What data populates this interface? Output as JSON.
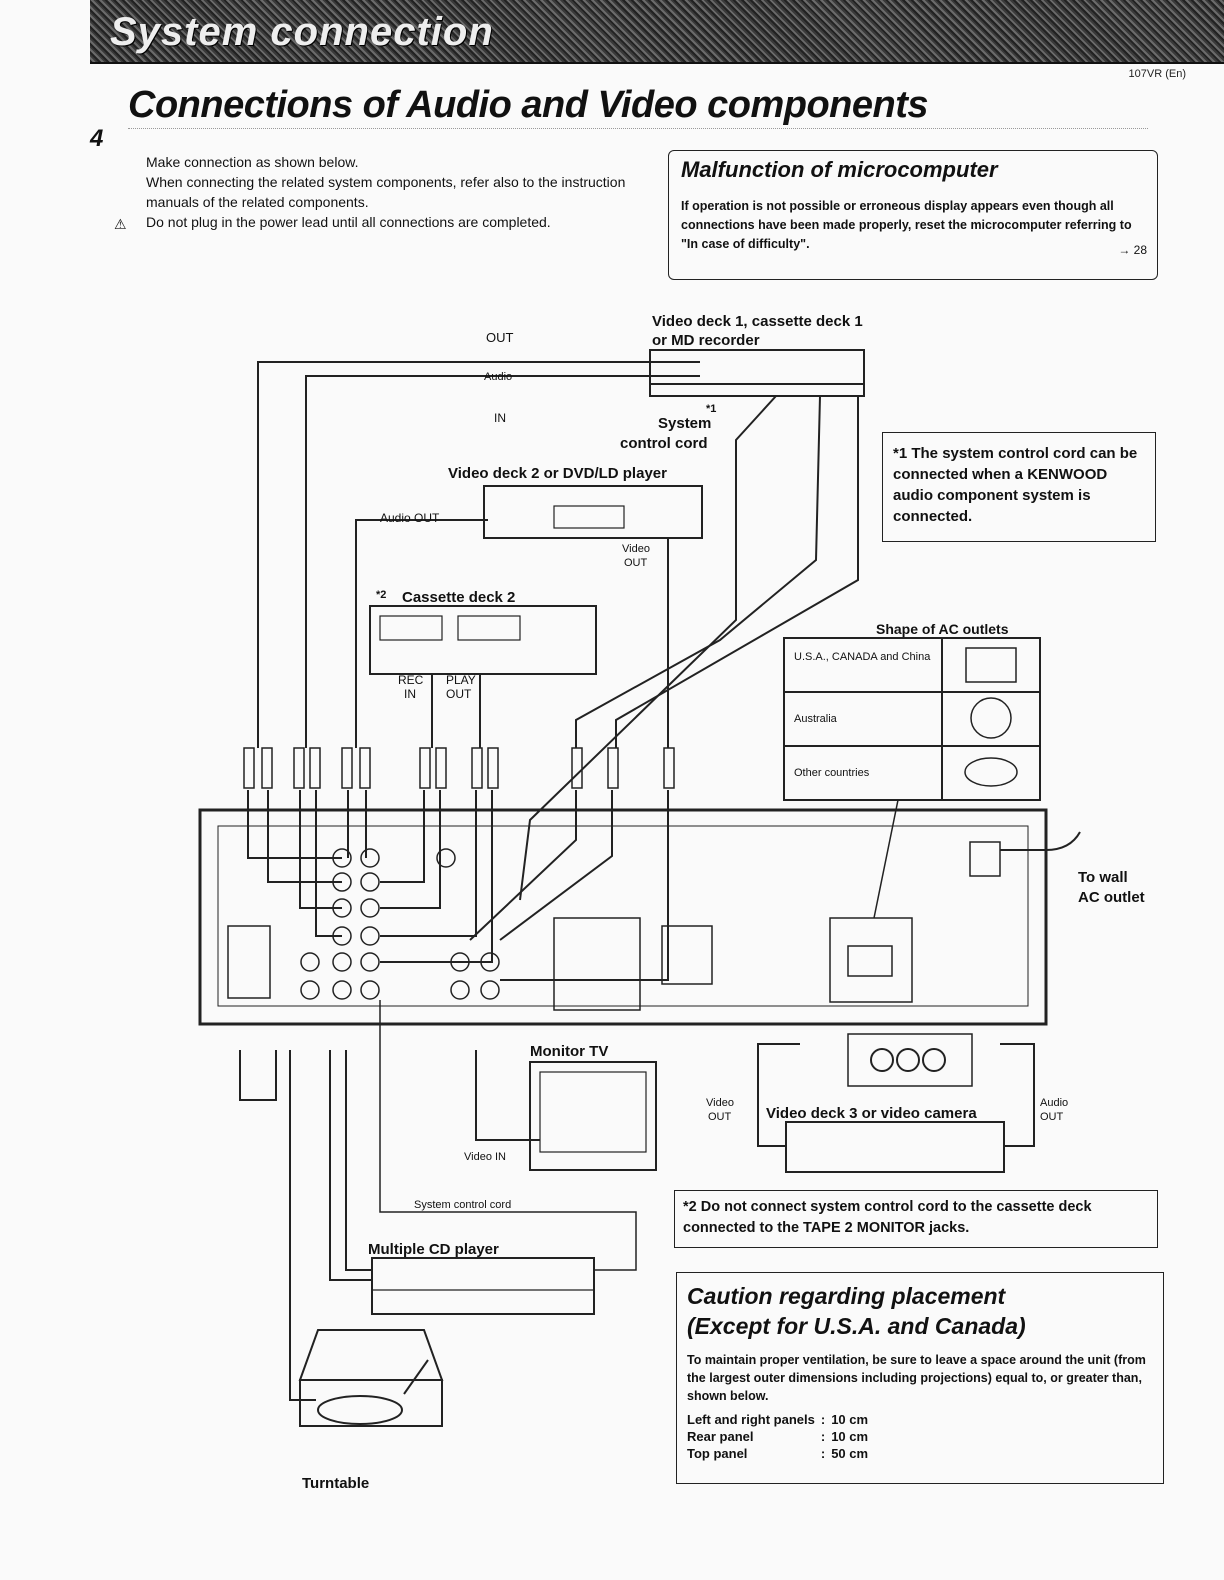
{
  "header": {
    "banner": "System connection",
    "doc_id": "107VR (En)",
    "page_number": "4",
    "title": "Connections of Audio and Video components"
  },
  "intro": {
    "line1": "Make connection as shown below.",
    "line2": "When connecting the related system components, refer also to the instruction manuals of the related components.",
    "warning": "Do not plug in the power lead until all connections are completed."
  },
  "malfunction": {
    "title": "Malfunction of microcomputer",
    "body": "If operation is not possible or erroneous display appears even though all connections have been made properly, reset the microcomputer referring to \"In case of difficulty\".",
    "ref": "→ 28"
  },
  "diagram": {
    "out": "OUT",
    "audio": "Audio",
    "in": "IN",
    "deck1_line1": "Video deck 1, cassette deck 1",
    "deck1_line2": "or MD recorder",
    "star1": "*1",
    "system_line1": "System",
    "system_line2": "control cord",
    "deck2": "Video deck 2 or DVD/LD player",
    "audio_out": "Audio OUT",
    "video_out_l1": "Video",
    "video_out_l2": "OUT",
    "star2": "*2",
    "cassette2": "Cassette deck 2",
    "rec_l1": "REC",
    "rec_l2": "IN",
    "play_l1": "PLAY",
    "play_l2": "OUT",
    "ac_title": "Shape of AC outlets",
    "ac_row1": "U.S.A., CANADA and China",
    "ac_row2": "Australia",
    "ac_row3": "Other countries",
    "wall_l1": "To wall",
    "wall_l2": "AC outlet",
    "monitor": "Monitor TV",
    "video_in": "Video IN",
    "deck3": "Video deck 3 or video camera",
    "deck3_video_l1": "Video",
    "deck3_video_l2": "OUT",
    "deck3_audio_l1": "Audio",
    "deck3_audio_l2": "OUT",
    "syscord": "System control cord",
    "cd": "Multiple CD player",
    "turntable": "Turntable"
  },
  "note1": {
    "mark": "*1",
    "text": "The system control cord can be connected when a KENWOOD audio component system is connected."
  },
  "note2": {
    "mark": "*2",
    "text": "Do not connect system control cord to the cassette deck connected to the TAPE 2 MONITOR jacks."
  },
  "caution": {
    "title_l1": "Caution regarding placement",
    "title_l2": "(Except for U.S.A. and Canada)",
    "body": "To maintain proper ventilation, be sure to leave a space around the unit (from the largest outer dimensions including projections) equal to, or greater than, shown below.",
    "rows": [
      {
        "label": "Left and right panels",
        "value": "10 cm"
      },
      {
        "label": "Rear panel",
        "value": "10 cm"
      },
      {
        "label": "Top panel",
        "value": "50 cm"
      }
    ]
  }
}
